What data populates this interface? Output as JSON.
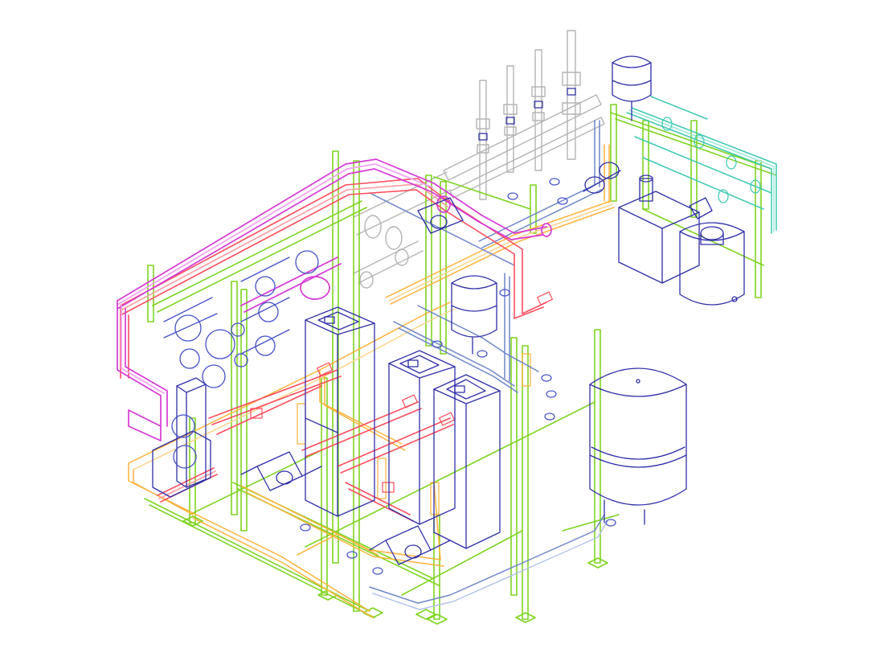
{
  "drawing": {
    "view": "isometric-wireframe",
    "subject": "boiler-room-piping-layout",
    "text_labels": []
  },
  "colors": {
    "background": "#ffffff",
    "frame": "#7ed320",
    "frame_light": "#a8e65a",
    "heating_flow": "#ff4d5e",
    "heating_flow_light": "#ff9aa2",
    "manifold": "#d63ad6",
    "manifold_light": "#f2a0f2",
    "equipment": "#2e2ea8",
    "return": "#6e86c8",
    "return_light": "#b4c4ec",
    "cold_water": "#ffb23a",
    "cold_water_light": "#ffd38a",
    "gas": "#b4b4b4",
    "dosing": "#3ec9b0",
    "dosing_light": "#9be8d8",
    "valve": "#4450c8"
  },
  "components": {
    "boilers": 3,
    "expansion_vessels": 3,
    "circulation_pumps": 2,
    "dosing_tanks": 1,
    "treatment_units": 1,
    "gas_risers": 4
  }
}
